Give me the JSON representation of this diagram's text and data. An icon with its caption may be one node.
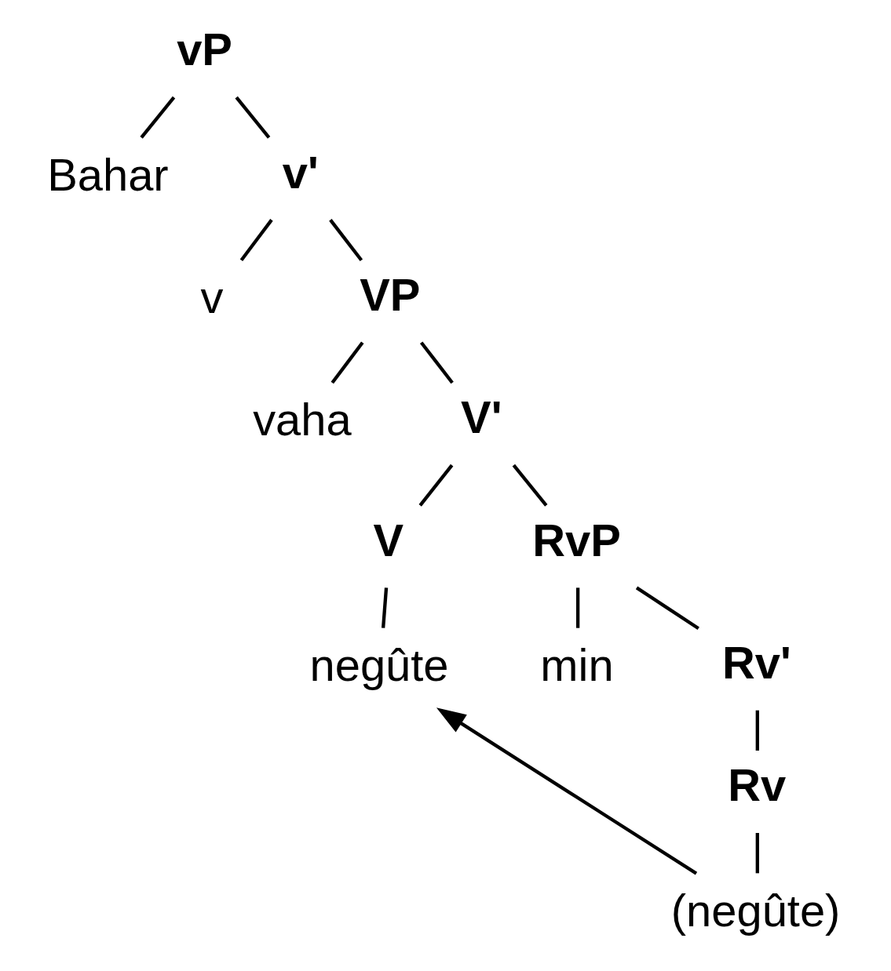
{
  "diagram": {
    "nodes": [
      {
        "text": [
          "vP"
        ]
      },
      {
        "text": [
          "Bahar"
        ]
      },
      {
        "text": [
          "v'"
        ]
      },
      {
        "text": [
          "v"
        ]
      },
      {
        "text": [
          "VP"
        ]
      },
      {
        "text": [
          "vaha"
        ]
      },
      {
        "text": [
          "V'"
        ]
      },
      {
        "text": [
          "V"
        ]
      },
      {
        "text": [
          "RvP"
        ]
      },
      {
        "text": [
          "negûte"
        ]
      },
      {
        "text": [
          "min"
        ]
      },
      {
        "text": [
          "Rv'"
        ]
      },
      {
        "text": [
          "Rv"
        ]
      },
      {
        "text": [
          "(negûte)"
        ]
      }
    ],
    "edges": [
      {
        "from": 0,
        "to": 1,
        "arrow": "none"
      },
      {
        "from": 0,
        "to": 2,
        "arrow": "none"
      },
      {
        "from": 2,
        "to": 3,
        "arrow": "none"
      },
      {
        "from": 2,
        "to": 4,
        "arrow": "none"
      },
      {
        "from": 4,
        "to": 5,
        "arrow": "none"
      },
      {
        "from": 4,
        "to": 6,
        "arrow": "none"
      },
      {
        "from": 6,
        "to": 7,
        "arrow": "none"
      },
      {
        "from": 6,
        "to": 8,
        "arrow": "none"
      },
      {
        "from": 7,
        "to": 9,
        "arrow": "none"
      },
      {
        "from": 8,
        "to": 10,
        "arrow": "none"
      },
      {
        "from": 8,
        "to": 11,
        "arrow": "none"
      },
      {
        "from": 11,
        "to": 12,
        "arrow": "none"
      },
      {
        "from": 12,
        "to": 13,
        "arrow": "none"
      },
      {
        "from": 13,
        "to": 9,
        "arrow": "to"
      }
    ]
  }
}
